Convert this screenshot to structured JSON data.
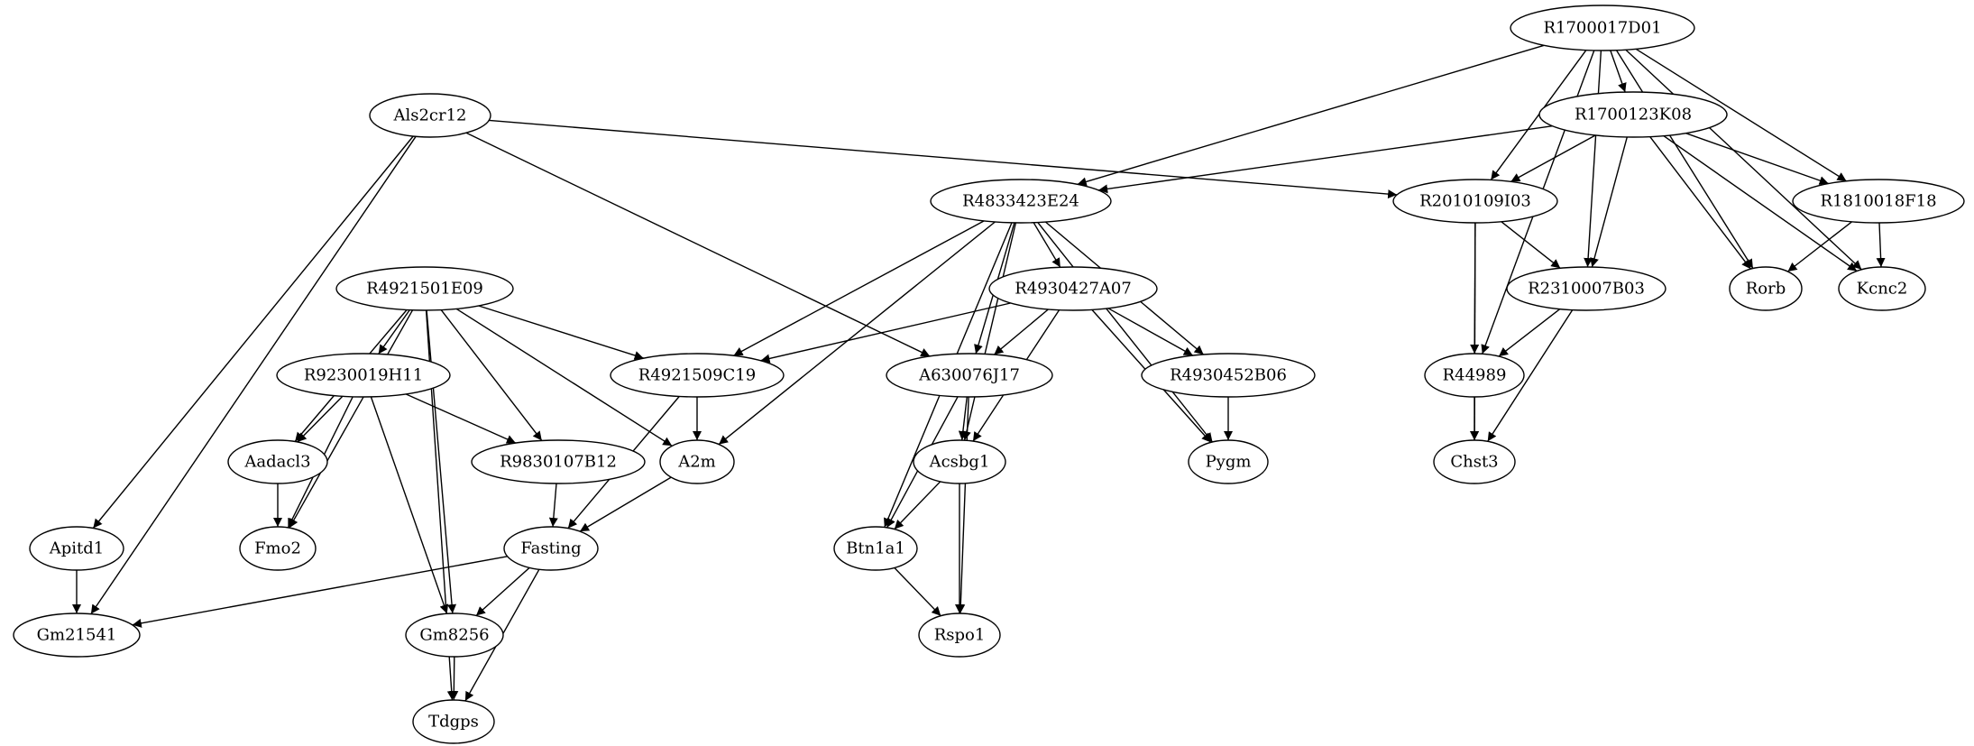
{
  "graph": {
    "nodes": [
      {
        "id": "R1700017D01",
        "label": "R1700017D01"
      },
      {
        "id": "Als2cr12",
        "label": "Als2cr12"
      },
      {
        "id": "R1700123K08",
        "label": "R1700123K08"
      },
      {
        "id": "R4833423E24",
        "label": "R4833423E24"
      },
      {
        "id": "R2010109I03",
        "label": "R2010109I03"
      },
      {
        "id": "R1810018F18",
        "label": "R1810018F18"
      },
      {
        "id": "R4921501E09",
        "label": "R4921501E09"
      },
      {
        "id": "R4930427A07",
        "label": "R4930427A07"
      },
      {
        "id": "R2310007B03",
        "label": "R2310007B03"
      },
      {
        "id": "Rorb",
        "label": "Rorb"
      },
      {
        "id": "Kcnc2",
        "label": "Kcnc2"
      },
      {
        "id": "R9230019H11",
        "label": "R9230019H11"
      },
      {
        "id": "R4921509C19",
        "label": "R4921509C19"
      },
      {
        "id": "A630076J17",
        "label": "A630076J17"
      },
      {
        "id": "R4930452B06",
        "label": "R4930452B06"
      },
      {
        "id": "R44989",
        "label": "R44989"
      },
      {
        "id": "Aadacl3",
        "label": "Aadacl3"
      },
      {
        "id": "R9830107B12",
        "label": "R9830107B12"
      },
      {
        "id": "A2m",
        "label": "A2m"
      },
      {
        "id": "Acsbg1",
        "label": "Acsbg1"
      },
      {
        "id": "Pygm",
        "label": "Pygm"
      },
      {
        "id": "Chst3",
        "label": "Chst3"
      },
      {
        "id": "Apitd1",
        "label": "Apitd1"
      },
      {
        "id": "Fmo2",
        "label": "Fmo2"
      },
      {
        "id": "Fasting",
        "label": "Fasting"
      },
      {
        "id": "Btn1a1",
        "label": "Btn1a1"
      },
      {
        "id": "Gm21541",
        "label": "Gm21541"
      },
      {
        "id": "Gm8256",
        "label": "Gm8256"
      },
      {
        "id": "Rspo1",
        "label": "Rspo1"
      },
      {
        "id": "Tdgps",
        "label": "Tdgps"
      }
    ],
    "edges": [
      [
        "R1700017D01",
        "R1700123K08"
      ],
      [
        "R1700017D01",
        "R4833423E24"
      ],
      [
        "R1700017D01",
        "R2010109I03"
      ],
      [
        "R1700017D01",
        "R2310007B03"
      ],
      [
        "R1700017D01",
        "R1810018F18"
      ],
      [
        "R1700017D01",
        "Rorb"
      ],
      [
        "R1700017D01",
        "Kcnc2"
      ],
      [
        "R1700017D01",
        "R44989"
      ],
      [
        "R1700123K08",
        "R4833423E24"
      ],
      [
        "R1700123K08",
        "R2010109I03"
      ],
      [
        "R1700123K08",
        "R2310007B03"
      ],
      [
        "R1700123K08",
        "R1810018F18"
      ],
      [
        "R1700123K08",
        "Rorb"
      ],
      [
        "R1700123K08",
        "Kcnc2"
      ],
      [
        "R1810018F18",
        "Rorb"
      ],
      [
        "R1810018F18",
        "Kcnc2"
      ],
      [
        "Als2cr12",
        "R2010109I03"
      ],
      [
        "Als2cr12",
        "A630076J17"
      ],
      [
        "Als2cr12",
        "Apitd1"
      ],
      [
        "Als2cr12",
        "Gm21541"
      ],
      [
        "R2010109I03",
        "R2310007B03"
      ],
      [
        "R2010109I03",
        "R44989"
      ],
      [
        "R2010109I03",
        "Chst3"
      ],
      [
        "R2310007B03",
        "R44989"
      ],
      [
        "R2310007B03",
        "Chst3"
      ],
      [
        "R44989",
        "Chst3"
      ],
      [
        "R4833423E24",
        "R4930427A07"
      ],
      [
        "R4833423E24",
        "R4921509C19"
      ],
      [
        "R4833423E24",
        "A630076J17"
      ],
      [
        "R4833423E24",
        "R4930452B06"
      ],
      [
        "R4833423E24",
        "Pygm"
      ],
      [
        "R4833423E24",
        "A2m"
      ],
      [
        "R4833423E24",
        "Acsbg1"
      ],
      [
        "R4833423E24",
        "Btn1a1"
      ],
      [
        "R4930427A07",
        "R4921509C19"
      ],
      [
        "R4930427A07",
        "A630076J17"
      ],
      [
        "R4930427A07",
        "R4930452B06"
      ],
      [
        "R4930427A07",
        "Acsbg1"
      ],
      [
        "R4930427A07",
        "Pygm"
      ],
      [
        "R4930452B06",
        "Pygm"
      ],
      [
        "A630076J17",
        "Acsbg1"
      ],
      [
        "A630076J17",
        "Btn1a1"
      ],
      [
        "A630076J17",
        "Rspo1"
      ],
      [
        "Acsbg1",
        "Btn1a1"
      ],
      [
        "Acsbg1",
        "Rspo1"
      ],
      [
        "Btn1a1",
        "Rspo1"
      ],
      [
        "R4921501E09",
        "R9230019H11"
      ],
      [
        "R4921501E09",
        "R4921509C19"
      ],
      [
        "R4921501E09",
        "R9830107B12"
      ],
      [
        "R4921501E09",
        "A2m"
      ],
      [
        "R4921501E09",
        "Aadacl3"
      ],
      [
        "R4921501E09",
        "Fmo2"
      ],
      [
        "R4921501E09",
        "Gm8256"
      ],
      [
        "R4921501E09",
        "Tdgps"
      ],
      [
        "R9230019H11",
        "Aadacl3"
      ],
      [
        "R9230019H11",
        "R9830107B12"
      ],
      [
        "R9230019H11",
        "Fmo2"
      ],
      [
        "R9230019H11",
        "Gm8256"
      ],
      [
        "Aadacl3",
        "Fmo2"
      ],
      [
        "R4921509C19",
        "A2m"
      ],
      [
        "R4921509C19",
        "Fasting"
      ],
      [
        "R9830107B12",
        "Fasting"
      ],
      [
        "A2m",
        "Fasting"
      ],
      [
        "Fasting",
        "Gm21541"
      ],
      [
        "Fasting",
        "Gm8256"
      ],
      [
        "Fasting",
        "Tdgps"
      ],
      [
        "Gm8256",
        "Tdgps"
      ],
      [
        "Apitd1",
        "Gm21541"
      ]
    ]
  }
}
